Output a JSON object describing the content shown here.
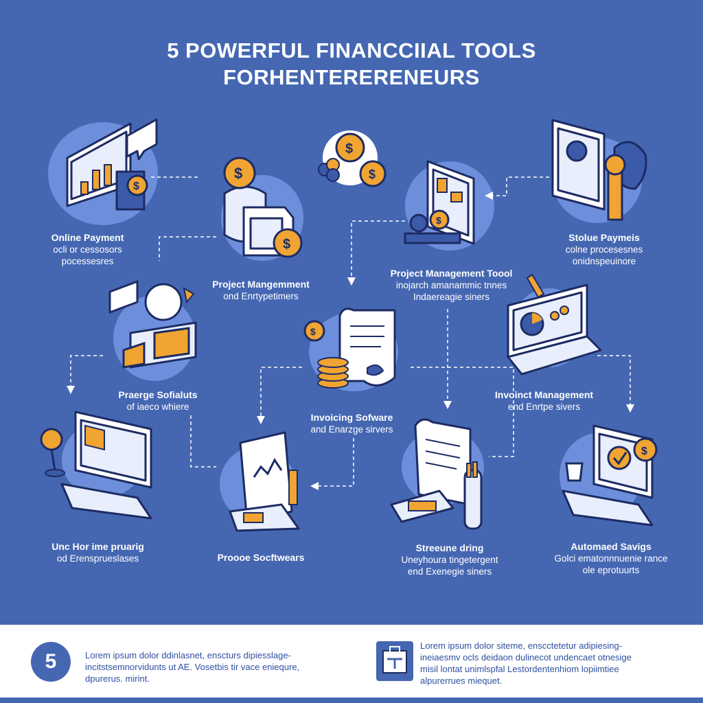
{
  "title": {
    "line1": "5 POWERFUL FINANCCIIAL TOOLS",
    "line2": "FORHENTERERENEURS"
  },
  "tools": [
    {
      "heading": "Online Payment",
      "sub": "ocli or cessosors\npocessesres"
    },
    {
      "heading": "Project Mangemment",
      "sub": "ond Enrtypetimers"
    },
    {
      "heading": "Project Management Toool",
      "sub": "inojarch amanammic tnnes\nIndaereagie siners"
    },
    {
      "heading": "Stolue Paymeis",
      "sub": "colne procesesnes\nonidnspeuinore"
    },
    {
      "heading": "Praerge Sofialuts",
      "sub": "of iaeco whiere"
    },
    {
      "heading": "Invoicing Sofware",
      "sub": "and Enarzge sirvers"
    },
    {
      "heading": "Invoinct Management",
      "sub": "end Enrtpe sivers"
    },
    {
      "heading": "Unc Hor ime pruarig",
      "sub": "od Erensprueslases"
    },
    {
      "heading": "Proooe Socftwears",
      "sub": ""
    },
    {
      "heading": "Streeune dring",
      "sub": "Uneyhoura tingetergent\nend Exenegie siners"
    },
    {
      "heading": "Automaed Savigs",
      "sub": "Golci ematonnnuenie rance\nole eprotuurts"
    }
  ],
  "footer": {
    "badge": "5",
    "left_text": "Lorem ipsum dolor ddinlasnet, enscturs dipiesslage-\nincitstsemnorvidunts ut AE. Vosetbis tir vace eniequre,\ndpurerus. mirint.",
    "right_text": "Lorem ipsum dolor siteme, enscctetetur adipiesing-\nineiaesmv ocls deidaon dulinecot undencaet otnesige\nmisil lontat unimlspfal Lestordentenhiom lopiimtiee\nalpurerrues miequet."
  },
  "colors": {
    "background": "#4567b2",
    "blob": "#6d8fdb",
    "accent": "#f0a431",
    "outline": "#1d2b63",
    "footer_text": "#2f4fa0"
  },
  "icons": [
    "monitor-chart-icon",
    "coins-safe-icon",
    "coins-cluster-icon",
    "tablet-coins-icon",
    "tablet-key-icon",
    "person-box-icon",
    "coins-invoice-icon",
    "laptop-chart-icon",
    "desktop-lamp-icon",
    "document-chart-icon",
    "receipt-printer-icon",
    "laptop-check-icon",
    "briefcase-icon"
  ]
}
